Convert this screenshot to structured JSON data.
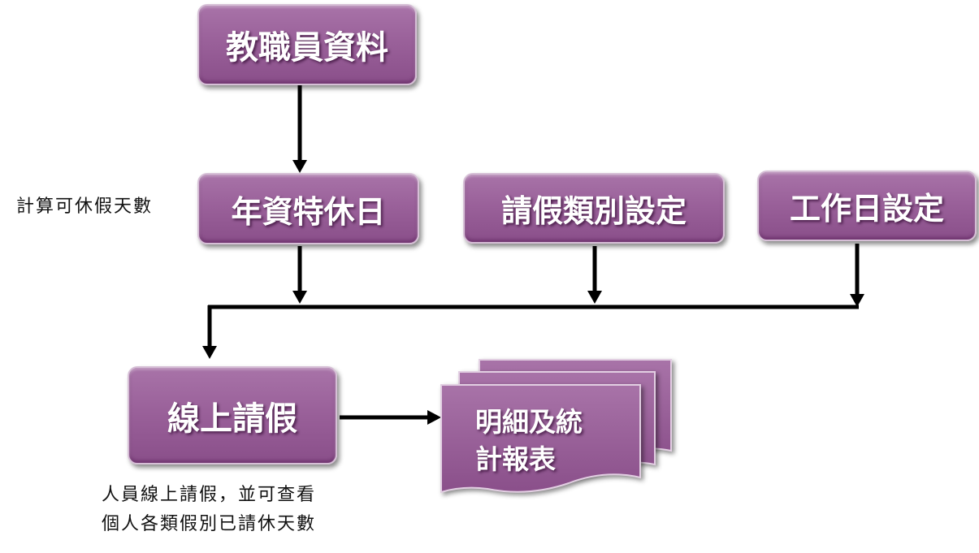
{
  "nodes": {
    "staff_data": "教職員資料",
    "annual_leave": "年資特休日",
    "leave_type_setup": "請假類別設定",
    "workday_setup": "工作日設定",
    "online_leave": "線上請假",
    "report_line1": "明細及統",
    "report_line2": "計報表"
  },
  "notes": {
    "calc_leave_days": "計算可休假天數",
    "online_leave_line1": "人員線上請假，並可查看",
    "online_leave_line2": "個人各類假別已請休天數"
  },
  "colors": {
    "box_fill": "#9a619a",
    "line": "#000000"
  }
}
